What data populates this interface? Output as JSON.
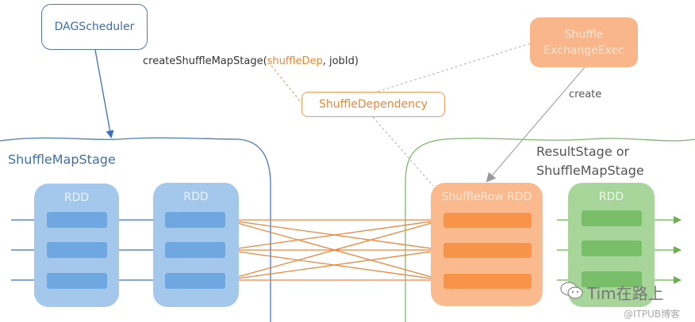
{
  "nodes": {
    "dag_scheduler": "DAGScheduler",
    "shuffle_dependency": "ShuffleDependency",
    "shuffle_exchange_exec": [
      "Shuffle",
      "ExchangeExec"
    ]
  },
  "labels": {
    "call_prefix": "createShuffleMapStage(",
    "call_arg": "shuffleDep",
    "call_suffix": ", jobId)",
    "create": "create",
    "left_stage": "ShuffleMapStage",
    "right_stage_line1": "ResultStage or",
    "right_stage_line2": "ShuffleMapStage"
  },
  "rdds": [
    {
      "title": "RDD",
      "partitions": 3,
      "color": "blue"
    },
    {
      "title": "RDD",
      "partitions": 3,
      "color": "blue"
    },
    {
      "title": "ShuffleRow RDD",
      "partitions": 3,
      "color": "orange"
    },
    {
      "title": "RDD",
      "partitions": 3,
      "color": "green"
    }
  ],
  "colors": {
    "blue_line": "#3b6fc0",
    "orange_line": "#f0843a",
    "green_line": "#6ab04c",
    "stage_left_border": "#4a7ab8",
    "stage_right_border": "#7ab86a",
    "dashed_line": "#bbbbbb"
  },
  "watermark": {
    "main": "Tim在路上",
    "sub": "@ITPUB博客"
  }
}
